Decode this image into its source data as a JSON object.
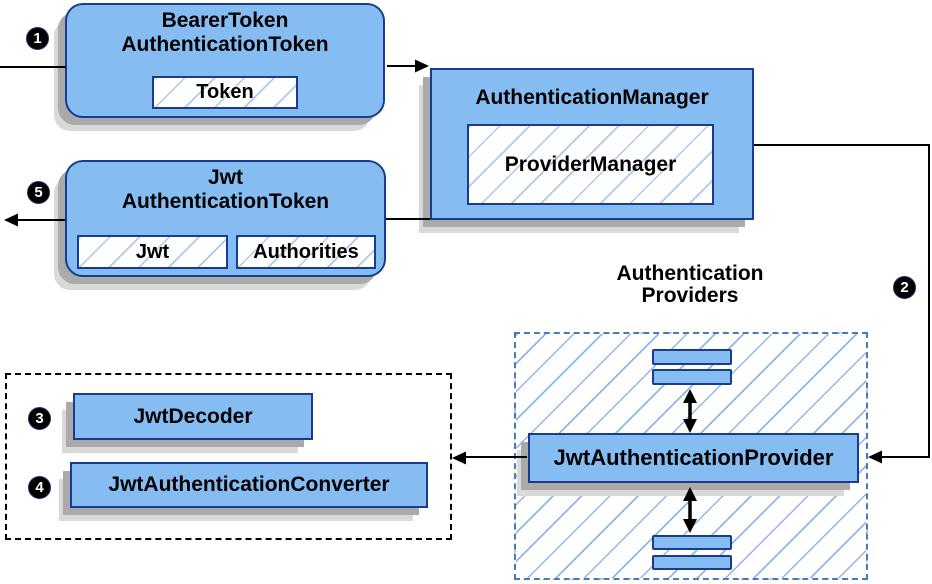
{
  "nodes": {
    "bearer_token": {
      "title1": "BearerToken",
      "title2": "AuthenticationToken",
      "field_token": "Token"
    },
    "jwt_authentication_token": {
      "title1": "Jwt",
      "title2": "AuthenticationToken",
      "field_jwt": "Jwt",
      "field_authorities": "Authorities"
    },
    "authentication_manager": {
      "title": "AuthenticationManager",
      "field_provider_manager": "ProviderManager"
    },
    "authentication_providers": {
      "label1": "Authentication",
      "label2": "Providers"
    },
    "jwt_authentication_provider": {
      "label": "JwtAuthenticationProvider"
    },
    "jwt_decoder": {
      "label": "JwtDecoder"
    },
    "jwt_authentication_converter": {
      "label": "JwtAuthenticationConverter"
    }
  },
  "steps": {
    "s1": "1",
    "s2": "2",
    "s3": "3",
    "s4": "4",
    "s5": "5"
  },
  "colors": {
    "node_fill": "#85BDF2",
    "node_border": "#1B3B8F",
    "hatch_line": "#8FBAE8",
    "providers_dash_border": "#4A7AB5",
    "black_dash_border": "#000000",
    "shadow_dark": "#AAAAAA",
    "shadow_light": "#D9D9D9",
    "connector": "#000000",
    "badge_fill": "#000000",
    "badge_text": "#FFFFFF"
  }
}
